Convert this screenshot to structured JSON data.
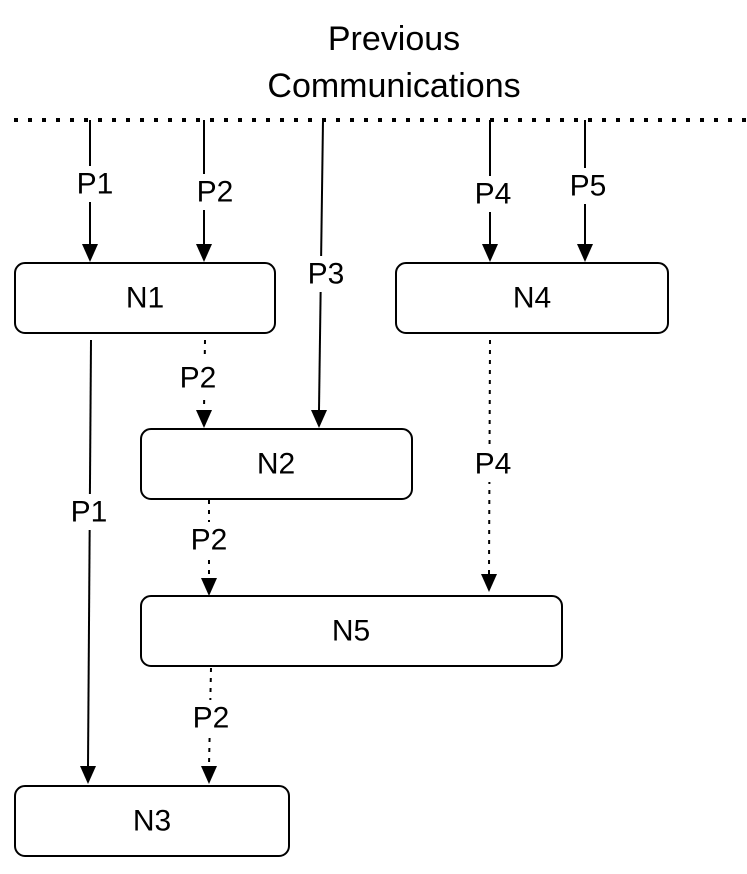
{
  "header": {
    "line1": "Previous",
    "line2": "Communications"
  },
  "nodes": {
    "n1": "N1",
    "n2": "N2",
    "n3": "N3",
    "n4": "N4",
    "n5": "N5"
  },
  "edges": {
    "in_p1": "P1",
    "in_p2": "P2",
    "in_p3": "P3",
    "in_p4": "P4",
    "in_p5": "P5",
    "n1_n3": "P1",
    "n1_n2": "P2",
    "n2_n5": "P2",
    "n4_n5": "P4",
    "n5_n3": "P2"
  },
  "colors": {
    "stroke": "#000000",
    "background": "#ffffff"
  }
}
